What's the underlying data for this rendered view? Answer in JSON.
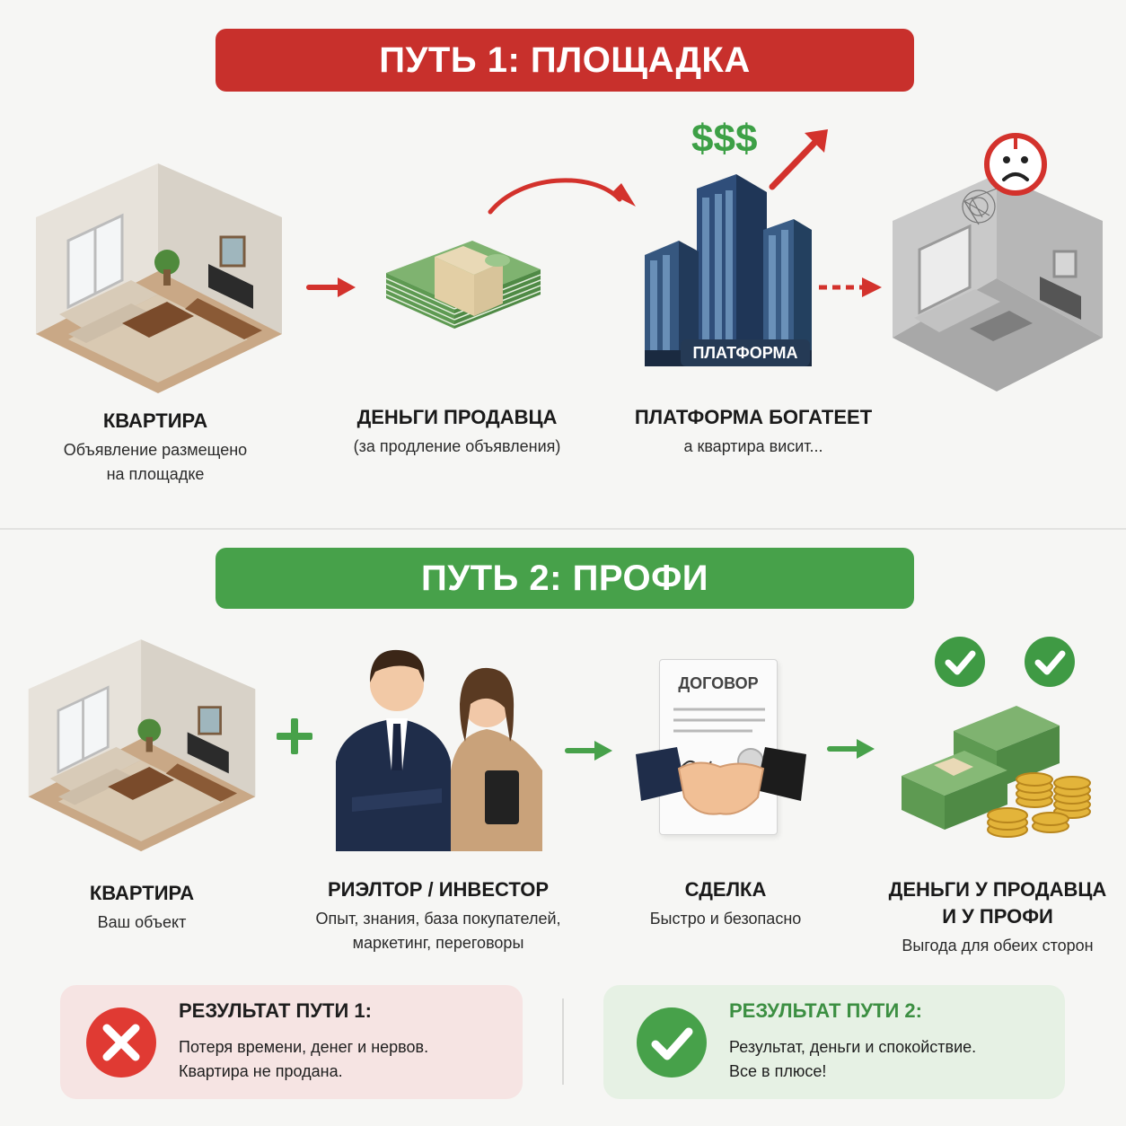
{
  "path1": {
    "banner": "ПУТЬ 1: ПЛОЩАДКА",
    "dollars": "$$$",
    "platform_badge": "ПЛАТФОРМА",
    "steps": [
      {
        "title": "КВАРТИРА",
        "sub1": "Объявление размещено",
        "sub2": "на площадке"
      },
      {
        "title": "ДЕНЬГИ ПРОДАВЦА",
        "sub1": "(за продление объявления)",
        "sub2": ""
      },
      {
        "title": "ПЛАТФОРМА БОГАТЕЕТ",
        "sub1": "а квартира висит...",
        "sub2": ""
      }
    ]
  },
  "path2": {
    "banner": "ПУТЬ 2: ПРОФИ",
    "contract_label": "ДОГОВОР",
    "steps": [
      {
        "title": "КВАРТИРА",
        "sub1": "Ваш объект",
        "sub2": ""
      },
      {
        "title": "РИЭЛТОР / ИНВЕСТОР",
        "sub1": "Опыт, знания, база покупателей,",
        "sub2": "маркетинг, переговоры"
      },
      {
        "title": "СДЕЛКА",
        "sub1": "Быстро и безопасно",
        "sub2": ""
      },
      {
        "title1": "ДЕНЬГИ У ПРОДАВЦА",
        "title2": "И У ПРОФИ",
        "sub1": "Выгода для обеих сторон"
      }
    ]
  },
  "results": [
    {
      "title": "РЕЗУЛЬТАТ ПУТИ 1:",
      "line1": "Потеря времени, денег и нервов.",
      "line2": "Квартира не продана.",
      "icon": "cross-icon",
      "color": "#e03a33"
    },
    {
      "title": "РЕЗУЛЬТАТ ПУТИ 2:",
      "line1": "Результат, деньги и спокойствие.",
      "line2": "Все в плюсе!",
      "icon": "check-icon",
      "color": "#47a14a"
    }
  ]
}
